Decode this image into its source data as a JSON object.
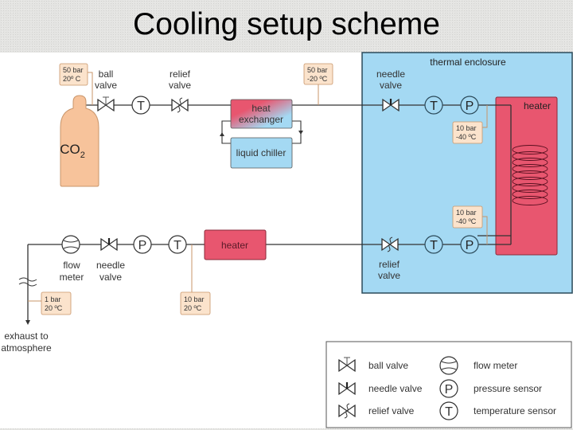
{
  "title": "Cooling setup scheme",
  "colors": {
    "enclosure": "#a4d9f3",
    "heater": "#e8566f",
    "tag_fill": "#fbe3cc",
    "tag_stroke": "#c9956a",
    "cylinder": "#f7c39b",
    "chiller": "#a4d9f3",
    "pipe": "#333333"
  },
  "cylinder": {
    "label": "CO",
    "subscript": "2"
  },
  "tags": {
    "cylinder": {
      "line1": "50 bar",
      "line2": "20º C"
    },
    "after_exchanger": {
      "line1": "50 bar",
      "line2": "-20 ºC"
    },
    "enclosure_in": {
      "line1": "10 bar",
      "line2": "-40 ºC"
    },
    "enclosure_out": {
      "line1": "10 bar",
      "line2": "-40 ºC"
    },
    "after_heater": {
      "line1": "10 bar",
      "line2": "20 ºC"
    },
    "exhaust": {
      "line1": "1 bar",
      "line2": "20 ºC"
    }
  },
  "labels": {
    "ball_valve": [
      "ball",
      "valve"
    ],
    "relief_valve_top": [
      "relief",
      "valve"
    ],
    "needle_valve_top": [
      "needle",
      "valve"
    ],
    "thermal_enclosure": "thermal enclosure",
    "heat_exchanger": [
      "heat",
      "exchanger"
    ],
    "liquid_chiller": "liquid chiller",
    "heater_enclosure": "heater",
    "heater_bottom": "heater",
    "relief_valve_bottom": [
      "relief",
      "valve"
    ],
    "flow_meter": [
      "flow",
      "meter"
    ],
    "needle_valve_bottom": [
      "needle",
      "valve"
    ],
    "exhaust": [
      "exhaust to",
      "atmosphere"
    ]
  },
  "sensors": {
    "temperature": "T",
    "pressure": "P"
  },
  "legend": {
    "items": [
      {
        "icon": "ball-valve-icon",
        "label": "ball valve"
      },
      {
        "icon": "needle-valve-icon",
        "label": "needle valve"
      },
      {
        "icon": "relief-valve-icon",
        "label": "relief valve"
      },
      {
        "icon": "flow-meter-icon",
        "label": "flow meter"
      },
      {
        "icon": "pressure-sensor-icon",
        "label": "pressure sensor",
        "glyph": "P"
      },
      {
        "icon": "temperature-sensor-icon",
        "label": "temperature sensor",
        "glyph": "T"
      }
    ]
  }
}
